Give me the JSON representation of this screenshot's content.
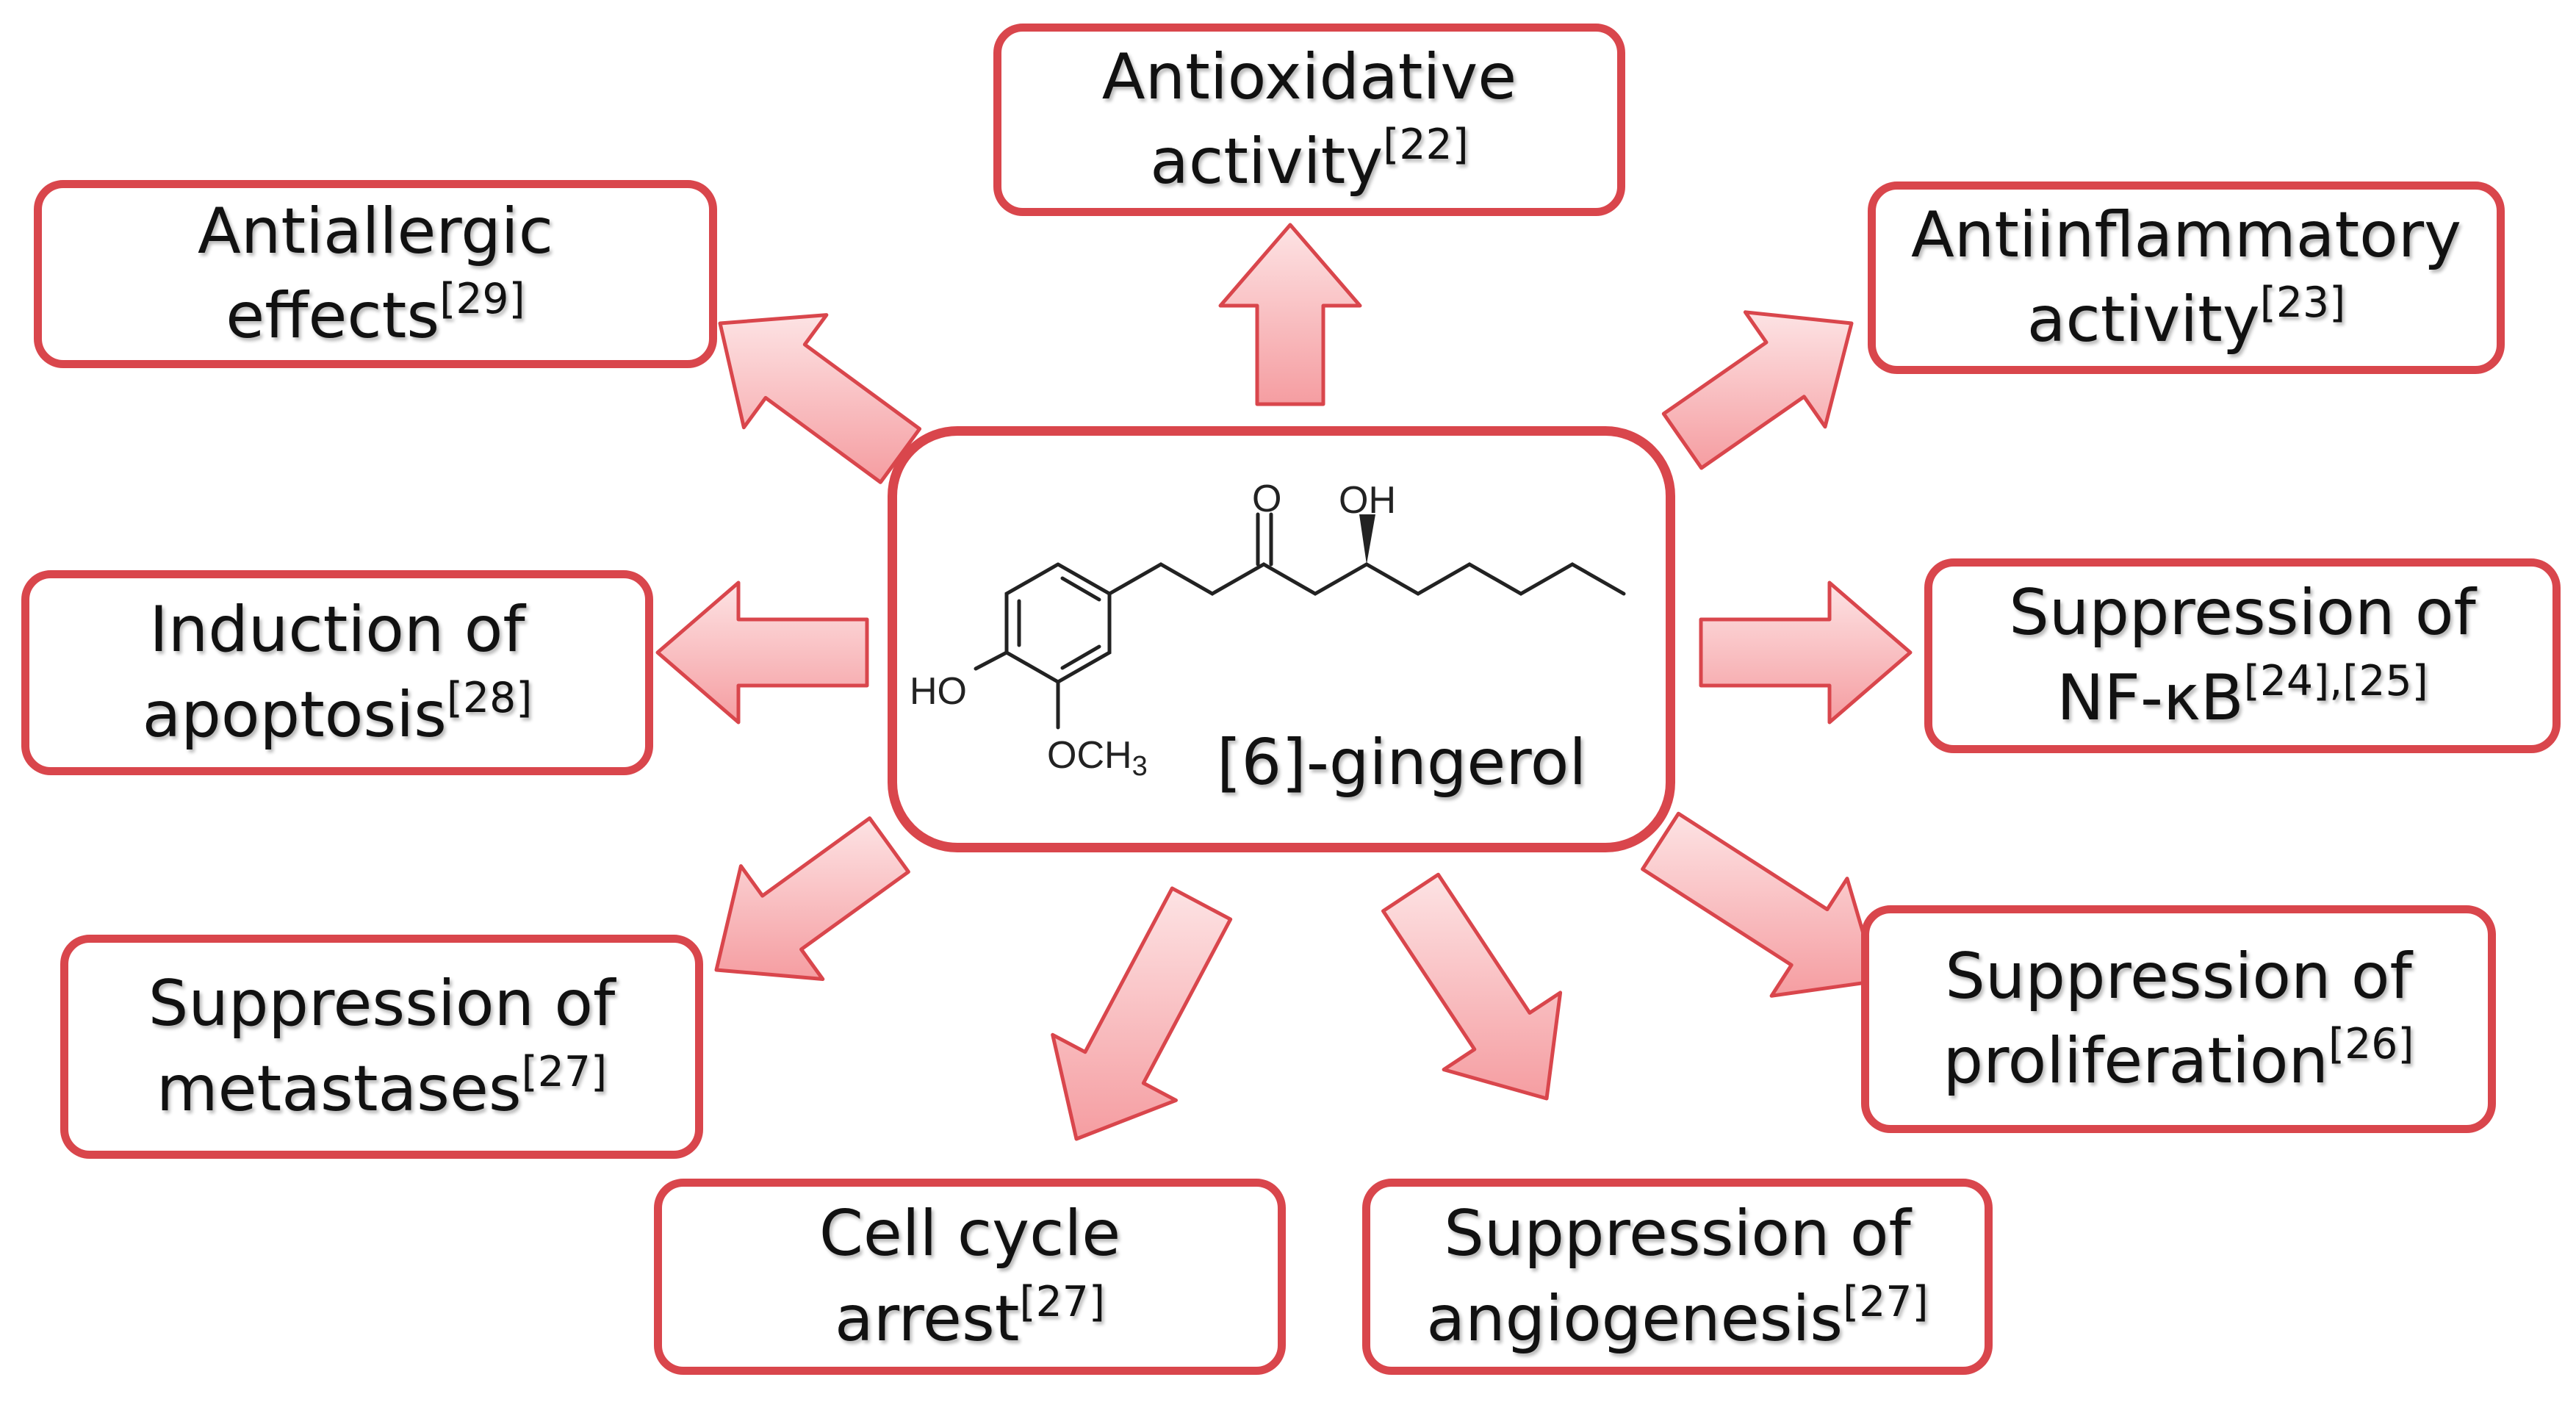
{
  "center": {
    "compound_name": "[6]-gingerol",
    "structure_labels": {
      "hydroxyl_top": "OH",
      "ketone": "O",
      "hydroxyl_ring": "HO",
      "methoxy": "OCH",
      "methoxy_sub": "3"
    }
  },
  "effects": [
    {
      "id": "antioxidative",
      "line1": "Antioxidative",
      "line2": "activity",
      "ref": "[22]"
    },
    {
      "id": "antiinflammatory",
      "line1": "Antiinflammatory",
      "line2": "activity",
      "ref": "[23]"
    },
    {
      "id": "nfkb",
      "line1": "Suppression of",
      "line2": "NF-κB",
      "ref": "[24],[25]"
    },
    {
      "id": "proliferation",
      "line1": "Suppression of",
      "line2": "proliferation",
      "ref": "[26]"
    },
    {
      "id": "angiogenesis",
      "line1": "Suppression of",
      "line2": "angiogenesis",
      "ref": "[27]"
    },
    {
      "id": "cellcycle",
      "line1": "Cell cycle",
      "line2": "arrest",
      "ref": "[27]"
    },
    {
      "id": "metastases",
      "line1": "Suppression of",
      "line2": "metastases",
      "ref": "[27]"
    },
    {
      "id": "apoptosis",
      "line1": "Induction of",
      "line2": "apoptosis",
      "ref": "[28]"
    },
    {
      "id": "antiallergic",
      "line1": "Antiallergic",
      "line2": "effects",
      "ref": "[29]"
    }
  ],
  "colors": {
    "border": "#d9464c",
    "arrow_fill": "#f7a3a6",
    "arrow_fill_light": "#fde3e4",
    "arrow_stroke": "#d9464c",
    "text": "#111111"
  }
}
